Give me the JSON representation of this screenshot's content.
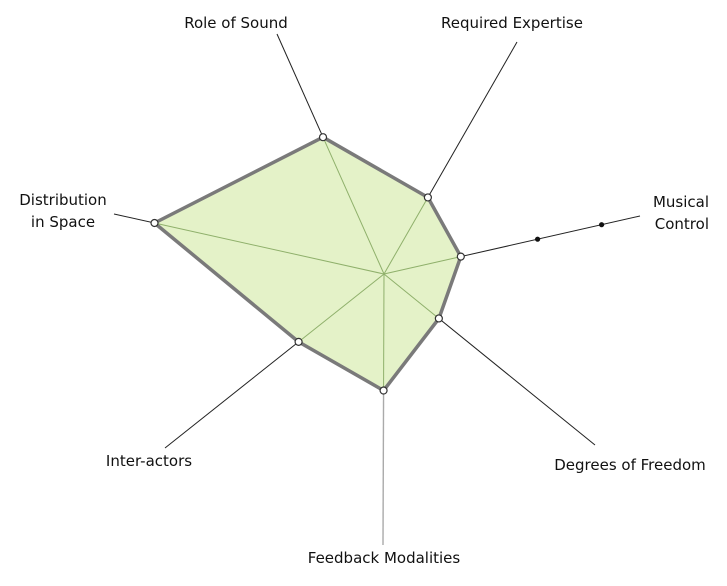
{
  "chart_data": {
    "type": "radar",
    "title": "",
    "axes": [
      {
        "label_lines": [
          "Role of Sound"
        ],
        "value": 0.57
      },
      {
        "label_lines": [
          "Required Expertise"
        ],
        "value": 0.33
      },
      {
        "label_lines": [
          "Musical",
          "Control"
        ],
        "value": 0.3
      },
      {
        "label_lines": [
          "Degrees of Freedom"
        ],
        "value": 0.26
      },
      {
        "label_lines": [
          "Feedback Modalities"
        ],
        "value": 0.43
      },
      {
        "label_lines": [
          "Inter-actors"
        ],
        "value": 0.39
      },
      {
        "label_lines": [
          "Distribution",
          "in Space"
        ],
        "value": 0.85
      }
    ],
    "extra_markers": [
      {
        "axis": "Musical Control",
        "values": [
          0.6,
          0.85
        ]
      }
    ],
    "polygon_fill": "#e4f2c8",
    "polygon_stroke": "#7a7a7a",
    "spoke_color": "#8fb06b",
    "axis_line_color": "#222222",
    "feedback_axis_color": "#aaaaaa"
  }
}
